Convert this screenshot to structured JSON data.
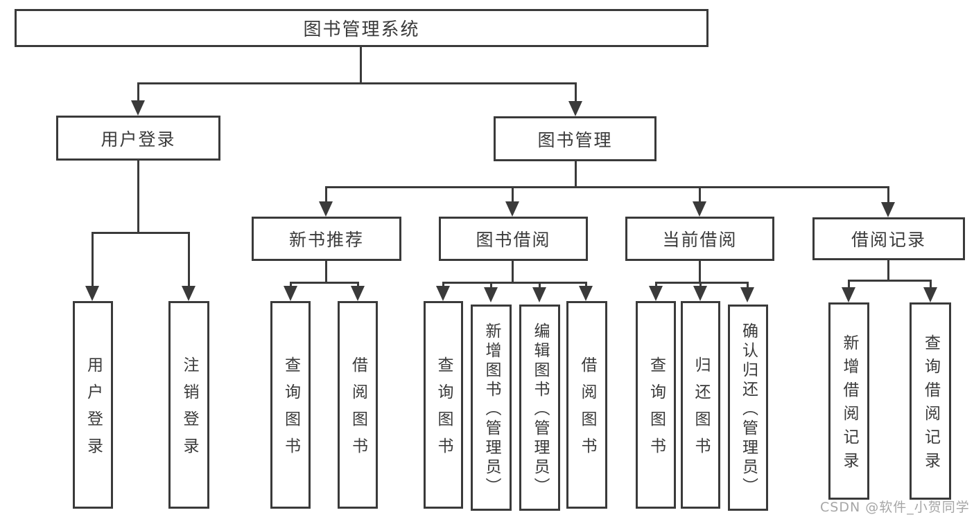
{
  "diagram": {
    "root": {
      "label": "图书管理系统"
    },
    "level2": [
      {
        "label": "用户登录"
      },
      {
        "label": "图书管理"
      }
    ],
    "level3": [
      {
        "label": "新书推荐"
      },
      {
        "label": "图书借阅"
      },
      {
        "label": "当前借阅"
      },
      {
        "label": "借阅记录"
      }
    ],
    "leaves": {
      "user_login": [
        {
          "label": "用户登录"
        },
        {
          "label": "注销登录"
        }
      ],
      "new_book_recommend": [
        {
          "label": "查询图书"
        },
        {
          "label": "借阅图书"
        }
      ],
      "book_borrow": [
        {
          "label": "查询图书"
        },
        {
          "label": "新增图书（管理员）"
        },
        {
          "label": "编辑图书（管理员）"
        },
        {
          "label": "借阅图书"
        }
      ],
      "current_borrow": [
        {
          "label": "查询图书"
        },
        {
          "label": "归还图书"
        },
        {
          "label": "确认归还（管理员）"
        }
      ],
      "borrow_records": [
        {
          "label": "新增借阅记录"
        },
        {
          "label": "查询借阅记录"
        }
      ]
    },
    "watermark": "CSDN @软件_小贺同学",
    "colors": {
      "line": "#3a3a3a",
      "text": "#3a3a3a",
      "watermark": "#a6a6a6",
      "background": "#ffffff"
    }
  }
}
